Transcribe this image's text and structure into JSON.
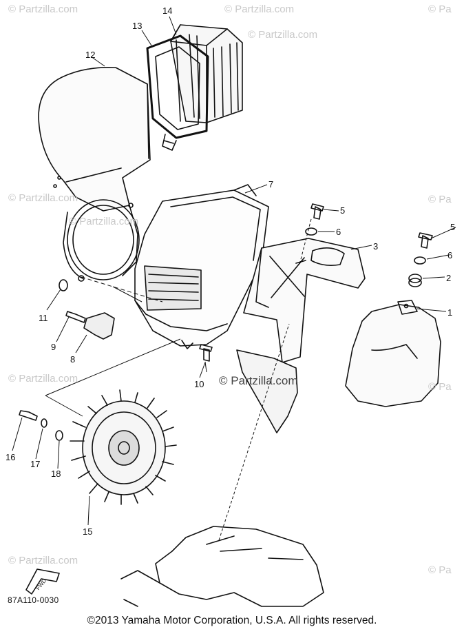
{
  "callouts": [
    {
      "id": "1",
      "text": "1"
    },
    {
      "id": "2",
      "text": "2"
    },
    {
      "id": "3",
      "text": "3"
    },
    {
      "id": "5a",
      "text": "5"
    },
    {
      "id": "5b",
      "text": "5"
    },
    {
      "id": "6a",
      "text": "6"
    },
    {
      "id": "6b",
      "text": "6"
    },
    {
      "id": "7",
      "text": "7"
    },
    {
      "id": "8",
      "text": "8"
    },
    {
      "id": "9",
      "text": "9"
    },
    {
      "id": "10",
      "text": "10"
    },
    {
      "id": "11",
      "text": "11"
    },
    {
      "id": "12",
      "text": "12"
    },
    {
      "id": "13",
      "text": "13"
    },
    {
      "id": "14",
      "text": "14"
    },
    {
      "id": "15",
      "text": "15"
    },
    {
      "id": "16",
      "text": "16"
    },
    {
      "id": "17",
      "text": "17"
    },
    {
      "id": "18",
      "text": "18"
    }
  ],
  "watermark": {
    "text": "© Partzilla.com",
    "text_small": "© Partzilla.com",
    "text_edge": "© Pa"
  },
  "fwd_label": "FWD",
  "diagram_code": "87A110-0030",
  "copyright": "©2013  Yamaha Motor Corporation, U.S.A. All rights reserved."
}
